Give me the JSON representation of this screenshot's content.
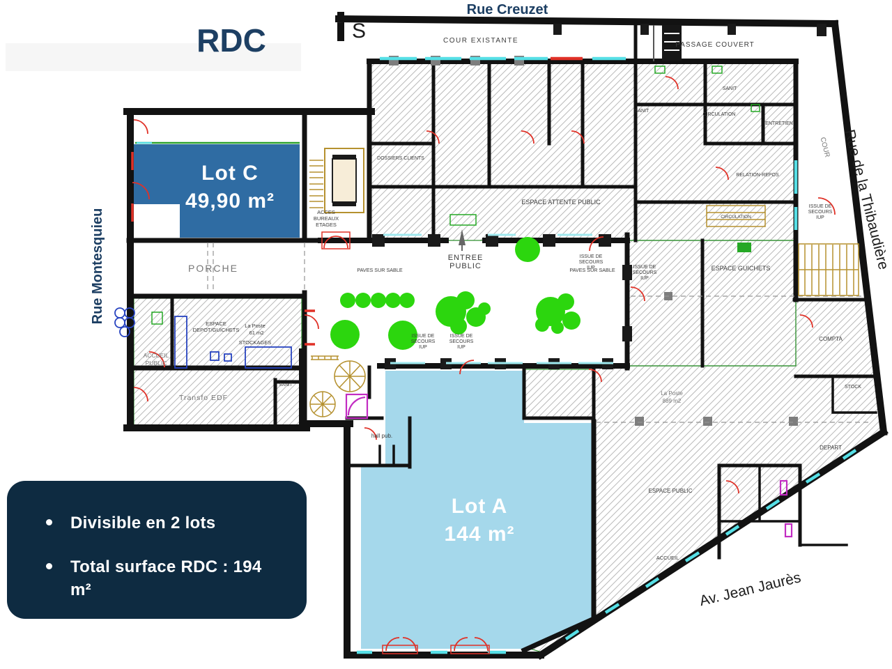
{
  "title": "RDC",
  "streets": {
    "top": "Rue Creuzet",
    "left": "Rue Montesquieu",
    "right": "Rue de la Thibaudière",
    "bottom": "Av. Jean Jaurès"
  },
  "lots": {
    "lot_c": {
      "name": "Lot C",
      "area": "49,90 m²"
    },
    "lot_a": {
      "name": "Lot A",
      "area": "144 m²"
    }
  },
  "info_box": {
    "bullet1": "Divisible en 2 lots",
    "bullet2": "Total surface RDC : 194 m²"
  },
  "labels": {
    "s_mark": "S",
    "cour_existante": "COUR EXISTANTE",
    "passage_couvert": "PASSAGE COUVERT",
    "cour": "COUR",
    "porche": "PORCHE",
    "entree_l1": "ENTREE",
    "entree_l2": "PUBLIC",
    "paves": "PAVES SUR SABLE",
    "issue_l1": "ISSUE DE",
    "issue_l2": "SECOURS",
    "issue_l3": "IUP",
    "acces_l1": "ACCES",
    "acces_l2": "BUREAUX",
    "acces_l3": "ETAGES",
    "attente": "ESPACE ATTENTE PUBLIC",
    "guichets": "ESPACE GUICHETS",
    "dossiers": "DOSSIERS CLIENTS",
    "espace": "ESPACE",
    "depot": "DEPOT/GUICHETS",
    "la_poste": "La Poste",
    "la_poste_area": "61 m2",
    "stockages": "STOCKAGES",
    "accueil": "ACCUEIL",
    "public": "PUBLIC",
    "transfo": "Transfo EDF",
    "sanit": "SANIT",
    "circulation": "CIRCULATION",
    "entretien": "ENTRETIEN",
    "relation_repos": "RELATION-REPOS",
    "compta": "COMPTA",
    "stock": "STOCK",
    "depart": "DEPART",
    "espace_public": "ESPACE PUBLIC",
    "la_poste2": "La Poste",
    "la_poste2_area": "889 m2",
    "hall_pub": "hall pub.",
    "accueil2": "ACCUEIL"
  },
  "colors": {
    "navy": "#1d3f63",
    "info_bg": "#0e2b41",
    "lot_c": "#2f6ca3",
    "lot_a": "#a5d8eb",
    "tree": "#2cd60e",
    "wall": "#121212",
    "hatch": "#b8b8b8",
    "window": "#56dfe6",
    "door": "#e03127",
    "stair": "#b5912f",
    "magenta": "#c22cc2",
    "furn": "#2743c0",
    "greenline": "#2f8f2f"
  }
}
